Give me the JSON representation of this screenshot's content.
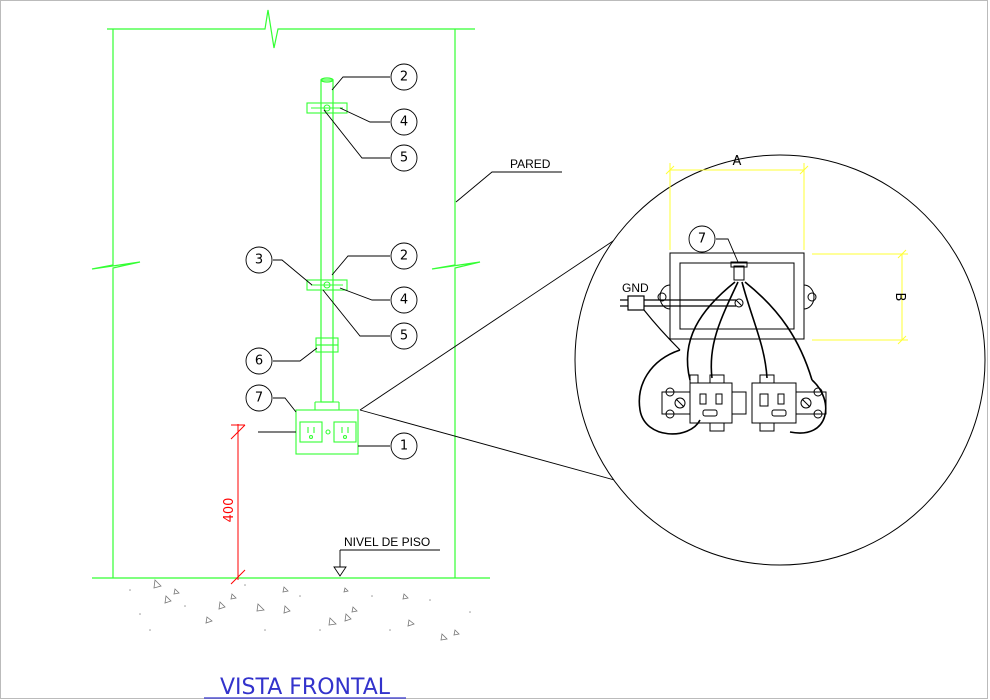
{
  "labels": {
    "wall": "PARED",
    "floor_level": "NIVEL DE PISO",
    "ground": "GND",
    "dim_height": "400",
    "dim_a": "A",
    "dim_b": "B",
    "view_title": "VISTA FRONTAL"
  },
  "callouts": [
    {
      "id": "callout-2-top",
      "number": "2"
    },
    {
      "id": "callout-4-top",
      "number": "4"
    },
    {
      "id": "callout-5-top",
      "number": "5"
    },
    {
      "id": "callout-2-mid",
      "number": "2"
    },
    {
      "id": "callout-3",
      "number": "3"
    },
    {
      "id": "callout-4-mid",
      "number": "4"
    },
    {
      "id": "callout-5-mid",
      "number": "5"
    },
    {
      "id": "callout-6",
      "number": "6"
    },
    {
      "id": "callout-7",
      "number": "7"
    },
    {
      "id": "callout-1",
      "number": "1"
    },
    {
      "id": "callout-7-detail",
      "number": "7"
    }
  ],
  "colors": {
    "wall": "#33ff33",
    "conduit": "#33ff33",
    "dimension_red": "#ff0000",
    "dimension_yellow": "#ffff33",
    "linework": "#000000",
    "title": "#3333cc",
    "background": "#ffffff"
  }
}
